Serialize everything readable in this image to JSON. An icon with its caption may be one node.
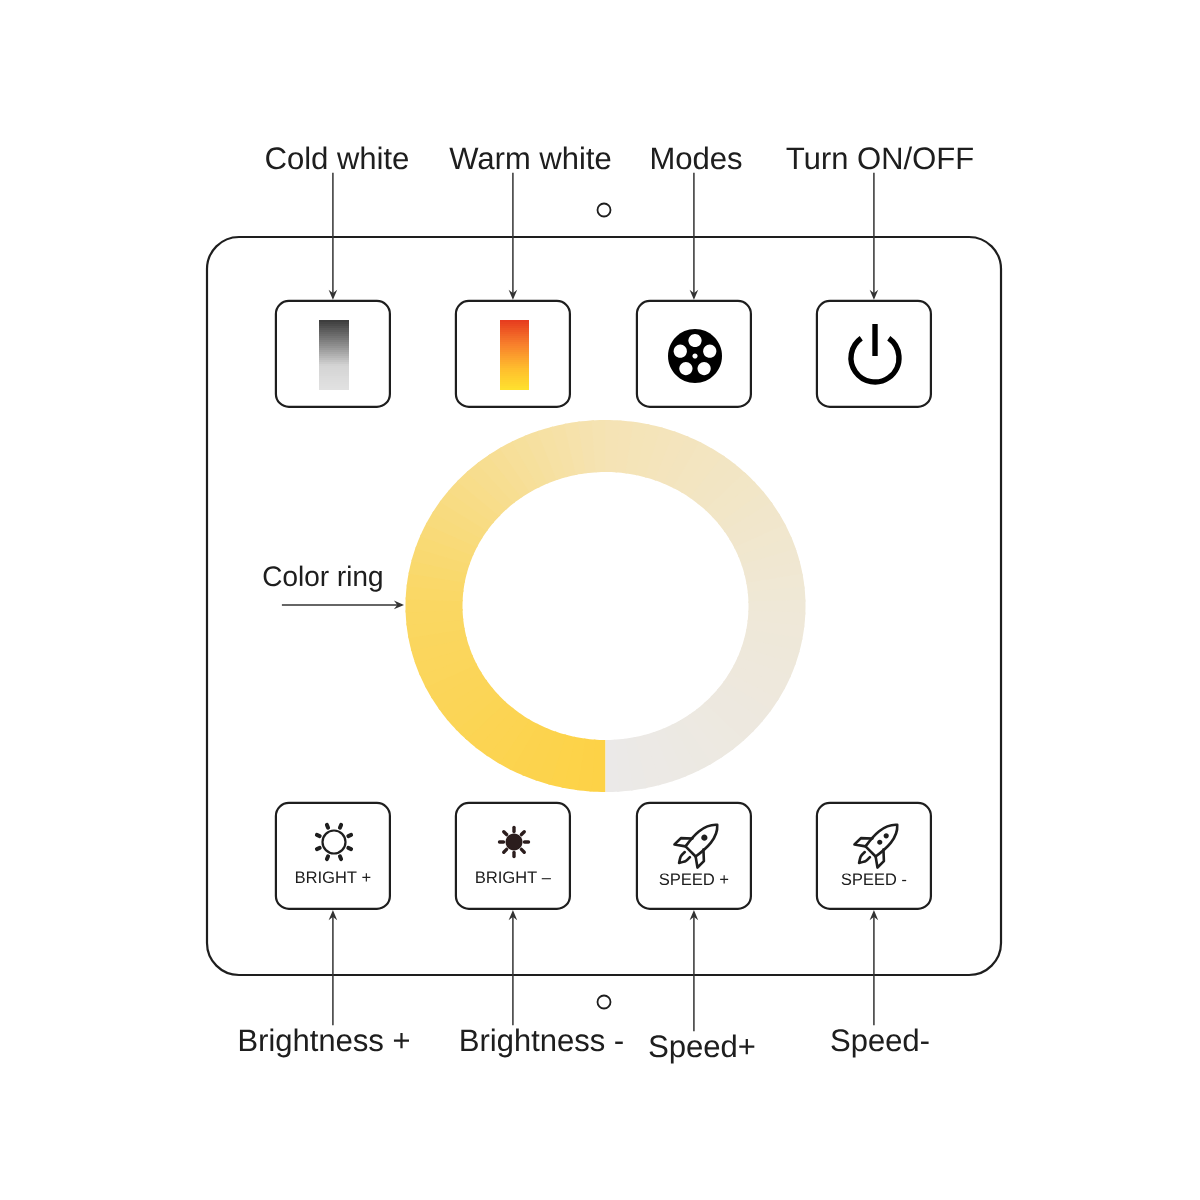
{
  "diagram": {
    "nodes": [
      {
        "text": [
          "Cold white"
        ]
      },
      {
        "text": [
          "Warm white"
        ]
      },
      {
        "text": [
          "Modes"
        ]
      },
      {
        "text": [
          "Turn ON/OFF"
        ]
      },
      {
        "text": [],
        "shape": "box"
      },
      {
        "text": [],
        "shape": "box",
        "in": 4
      },
      {
        "text": [],
        "shape": "box",
        "in": 4
      },
      {
        "text": [],
        "shape": "box",
        "in": 4
      },
      {
        "text": [],
        "shape": "box",
        "in": 4
      },
      {
        "text": [
          "Color ring"
        ],
        "in": 4
      },
      {
        "text": [],
        "shape": "circle",
        "in": 4
      },
      {
        "text": [
          "BRIGHT +"
        ],
        "in": 4
      },
      {
        "text": [
          "BRIGHT –"
        ],
        "in": 4
      },
      {
        "text": [
          "SPEED +"
        ],
        "in": 4
      },
      {
        "text": [
          "SPEED -"
        ],
        "in": 4
      },
      {
        "text": [
          "Brightness +"
        ]
      },
      {
        "text": [
          "Brightness -"
        ]
      },
      {
        "text": [
          "Speed+"
        ]
      },
      {
        "text": [
          "Speed-"
        ]
      }
    ],
    "edges": [
      {
        "from": 0,
        "to": 5,
        "arrow": "to"
      },
      {
        "from": 1,
        "to": 6,
        "arrow": "to"
      },
      {
        "from": 2,
        "to": 7,
        "arrow": "to"
      },
      {
        "from": 3,
        "to": 8,
        "arrow": "to"
      },
      {
        "from": 9,
        "to": 10,
        "arrow": "to"
      },
      {
        "from": 15,
        "to": 11,
        "arrow": "to"
      },
      {
        "from": 16,
        "to": 12,
        "arrow": "to"
      },
      {
        "from": 17,
        "to": 13,
        "arrow": "to"
      },
      {
        "from": 18,
        "to": 14,
        "arrow": "to"
      }
    ]
  }
}
